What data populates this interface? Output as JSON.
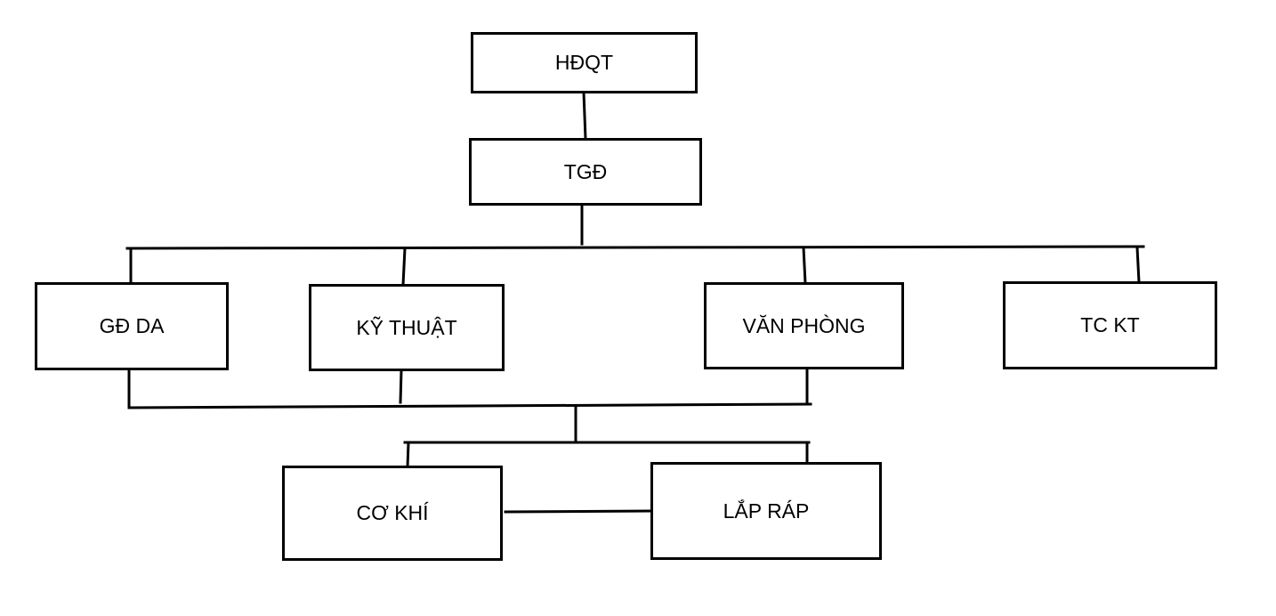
{
  "diagram": {
    "nodes": {
      "hdqt": "HĐQT",
      "tgd": "TGĐ",
      "gd_da": "GĐ DA",
      "ky_thuat": "KỸ THUẬT",
      "van_phong": "VĂN PHÒNG",
      "tc_kt": "TC KT",
      "co_khi": "CƠ KHÍ",
      "lap_rap": "LẮP RÁP"
    },
    "line_color": "#000000",
    "box_border_color": "#000000",
    "background_color": "#ffffff"
  }
}
